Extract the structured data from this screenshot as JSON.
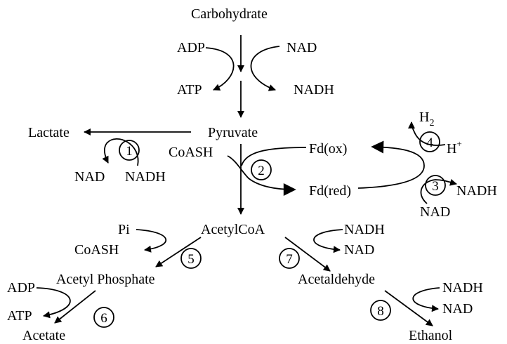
{
  "labels": {
    "carbohydrate": "Carbohydrate",
    "adp_top": "ADP",
    "nad_top": "NAD",
    "atp_top": "ATP",
    "nadh_top": "NADH",
    "lactate": "Lactate",
    "pyruvate": "Pyruvate",
    "nad_lactate": "NAD",
    "nadh_lactate": "NADH",
    "coash_pyruvate": "CoASH",
    "fd_ox": "Fd(ox)",
    "fd_red": "Fd(red)",
    "h2_main": "H",
    "h2_sub": "2",
    "h_plus_main": "H",
    "h_plus_sup": "+",
    "nadh_fd": "NADH",
    "nad_fd": "NAD",
    "pi": "Pi",
    "coash_acetyl": "CoASH",
    "acetylcoa": "AcetylCoA",
    "nadh_7": "NADH",
    "nad_7": "NAD",
    "acetyl_phosphate": "Acetyl Phosphate",
    "acetaldehyde": "Acetaldehyde",
    "adp_bottom": "ADP",
    "atp_bottom": "ATP",
    "nadh_8": "NADH",
    "nad_8": "NAD",
    "acetate": "Acetate",
    "ethanol": "Ethanol"
  },
  "steps": [
    "1",
    "2",
    "3",
    "4",
    "5",
    "6",
    "7",
    "8"
  ]
}
